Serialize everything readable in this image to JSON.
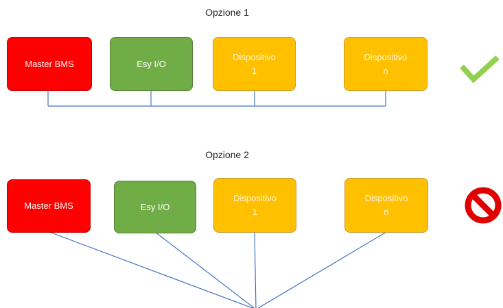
{
  "option1": {
    "title": "Opzione 1",
    "nodes": {
      "master": "Master BMS",
      "esy": "Esy I/O",
      "device1": "Dispositivo\n1",
      "devicen": "Dispositivo\nn"
    },
    "status_icon": "check-icon"
  },
  "option2": {
    "title": "Opzione 2",
    "nodes": {
      "master": "Master BMS",
      "esy": "Esy I/O",
      "device1": "Dispositivo\n1",
      "devicen": "Dispositivo\nn"
    },
    "status_icon": "prohibited-icon"
  },
  "colors": {
    "master": "#ff0000",
    "esy": "#70ad47",
    "device": "#ffc000",
    "bus": "#4472c4",
    "check": "#92d050",
    "prohibited": "#e00000"
  }
}
